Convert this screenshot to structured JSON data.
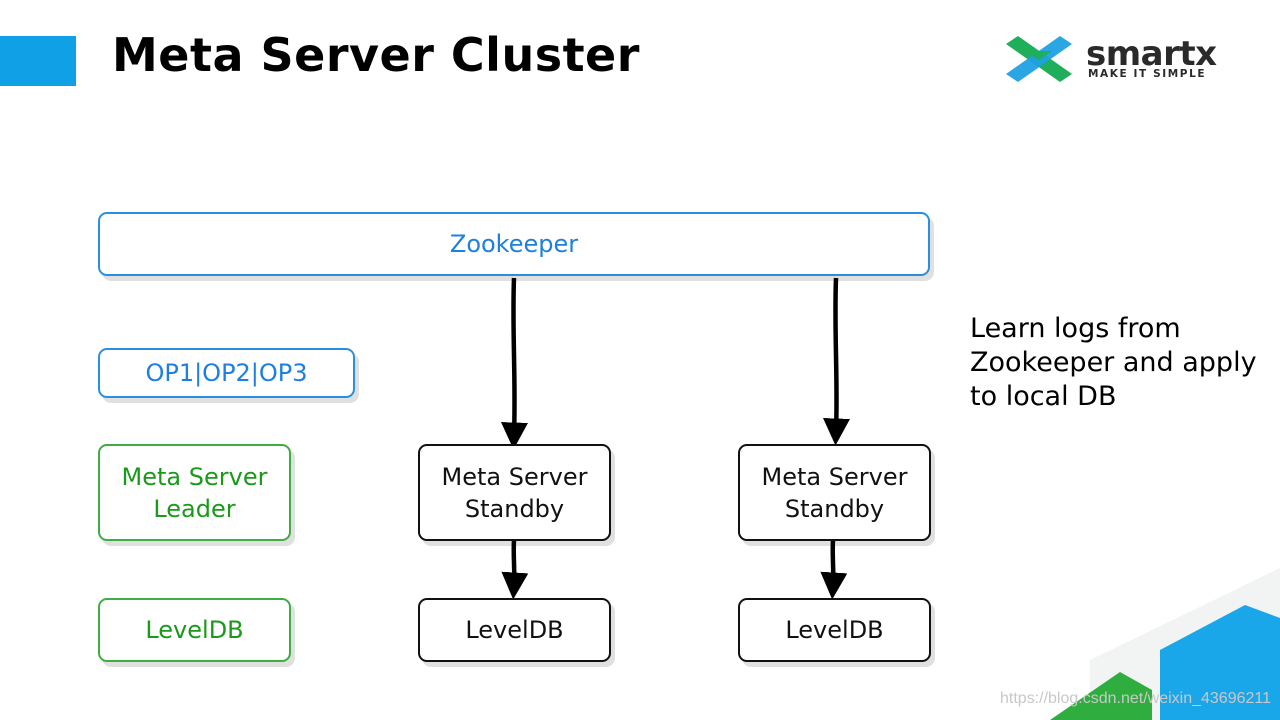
{
  "slide": {
    "title": "Meta Server Cluster",
    "accent_color": "#0fa0e6"
  },
  "logo": {
    "brand": "smartx",
    "tagline": "MAKE IT SIMPLE",
    "colors": [
      "#1fae5a",
      "#1da1e2"
    ]
  },
  "diagram": {
    "zookeeper": "Zookeeper",
    "op_log": "OP1|OP2|OP3",
    "leader": "Meta Server\nLeader",
    "leader_db": "LevelDB",
    "standby_1": "Meta Server\nStandby",
    "standby_1_db": "LevelDB",
    "standby_2": "Meta Server\nStandby",
    "standby_2_db": "LevelDB",
    "colors": {
      "blue": "#1f7fe0",
      "green": "#1a9a1a",
      "black": "#111111"
    }
  },
  "note": "Learn logs from\nZookeeper and apply\nto local DB",
  "watermark": "https://blog.csdn.net/weixin_43696211"
}
